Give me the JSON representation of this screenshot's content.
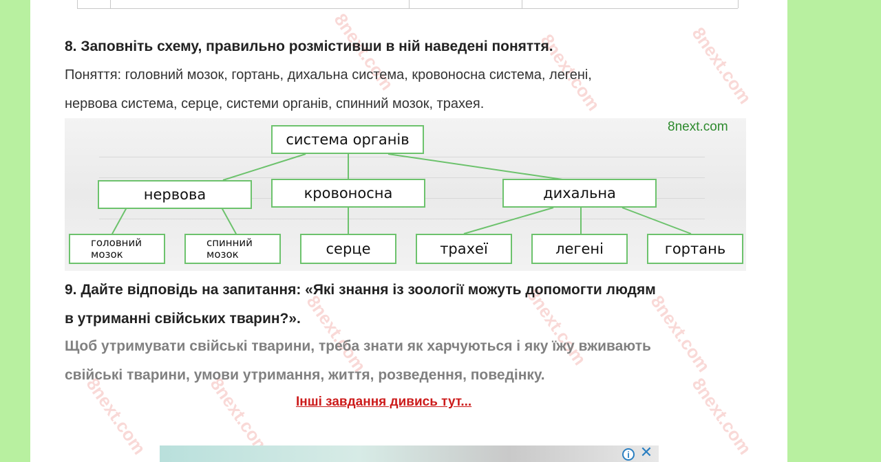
{
  "site_credit": "8next.com",
  "watermark": "8next.com",
  "task8": {
    "heading": "8. Заповніть схему, правильно розмістивши в ній наведені поняття.",
    "concepts_line1": "Поняття: головний мозок, гортань, дихальна система, кровоносна система, легені,",
    "concepts_line2": "нервова система, серце, системи органів, спинний мозок, трахея."
  },
  "scheme": {
    "root": "система органів",
    "nervous": "нервова",
    "circulatory": "кровоносна",
    "respiratory": "дихальна",
    "brain": "головний мозок",
    "spinal_cord": "спинний мозок",
    "heart": "серце",
    "trachea": "трахеї",
    "lungs": "легені",
    "larynx": "гортань"
  },
  "task9": {
    "heading_line1": "9.  Дайте відповідь на запитання: «Які знання із зоології можуть допомогти людям",
    "heading_line2": "в утриманні свійських тварин?».",
    "answer_line1": "Щоб утримувати свійські тварини, треба знати як харчуються і яку їжу вживають",
    "answer_line2": "свійські тварини, умови утримання, життя, розведення, поведінку."
  },
  "more_link": "Інші завдання дивись тут...",
  "ad": {
    "info_icon": "info-icon",
    "close_icon": "close-icon",
    "info_glyph": "i",
    "close_glyph": "✕"
  },
  "colors": {
    "page_background": "#b8f0a0",
    "box_border": "#6cc26c",
    "link": "#cc1b1b",
    "answer_text": "#808080",
    "credit": "#2d8a2d"
  }
}
